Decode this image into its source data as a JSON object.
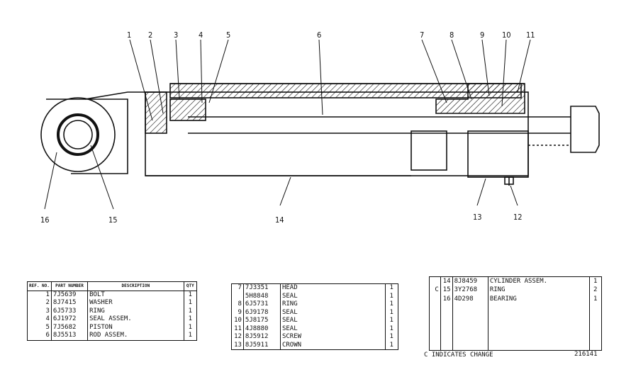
{
  "callouts": [
    "1",
    "2",
    "3",
    "4",
    "5",
    "6",
    "7",
    "8",
    "9",
    "10",
    "11",
    "12",
    "13",
    "14",
    "15",
    "16"
  ],
  "table1": {
    "headers": {
      "ref": "REF. NO.",
      "part": "PART NUMBER",
      "desc": "DESCRIPTION",
      "qty": "QTY"
    },
    "rows": [
      {
        "ref": "1",
        "part": "7J5639",
        "desc": "BOLT",
        "qty": "1"
      },
      {
        "ref": "2",
        "part": "8J7415",
        "desc": "WASHER",
        "qty": "1"
      },
      {
        "ref": "3",
        "part": "6J5733",
        "desc": "RING",
        "qty": "1"
      },
      {
        "ref": "4",
        "part": "6J1972",
        "desc": "SEAL ASSEM.",
        "qty": "1"
      },
      {
        "ref": "5",
        "part": "7J5682",
        "desc": "PISTON",
        "qty": "1"
      },
      {
        "ref": "6",
        "part": "8J5513",
        "desc": "ROD ASSEM.",
        "qty": "1"
      }
    ]
  },
  "table2": {
    "rows": [
      {
        "ref": "7",
        "part": "7J3351",
        "desc": "HEAD",
        "qty": "1"
      },
      {
        "ref": "",
        "part": "5H8848",
        "desc": "SEAL",
        "qty": "1"
      },
      {
        "ref": "8",
        "part": "6J5731",
        "desc": "RING",
        "qty": "1"
      },
      {
        "ref": "9",
        "part": "6J9178",
        "desc": "SEAL",
        "qty": "1"
      },
      {
        "ref": "10",
        "part": "5J8175",
        "desc": "SEAL",
        "qty": "1"
      },
      {
        "ref": "11",
        "part": "4J8880",
        "desc": "SEAL",
        "qty": "1"
      },
      {
        "ref": "12",
        "part": "8J5912",
        "desc": "SCREW",
        "qty": "1"
      },
      {
        "ref": "13",
        "part": "8J5911",
        "desc": "CROWN",
        "qty": "1"
      }
    ]
  },
  "table3": {
    "rows": [
      {
        "mark": "",
        "ref": "14",
        "part": "8J8459",
        "desc": "CYLINDER ASSEM.",
        "qty": "1"
      },
      {
        "mark": "C",
        "ref": "15",
        "part": "3Y2768",
        "desc": "RING",
        "qty": "2"
      },
      {
        "mark": "",
        "ref": "16",
        "part": "4D298",
        "desc": "BEARING",
        "qty": "1"
      }
    ]
  },
  "footnote": "C INDICATES CHANGE",
  "drawing_number": "216141"
}
